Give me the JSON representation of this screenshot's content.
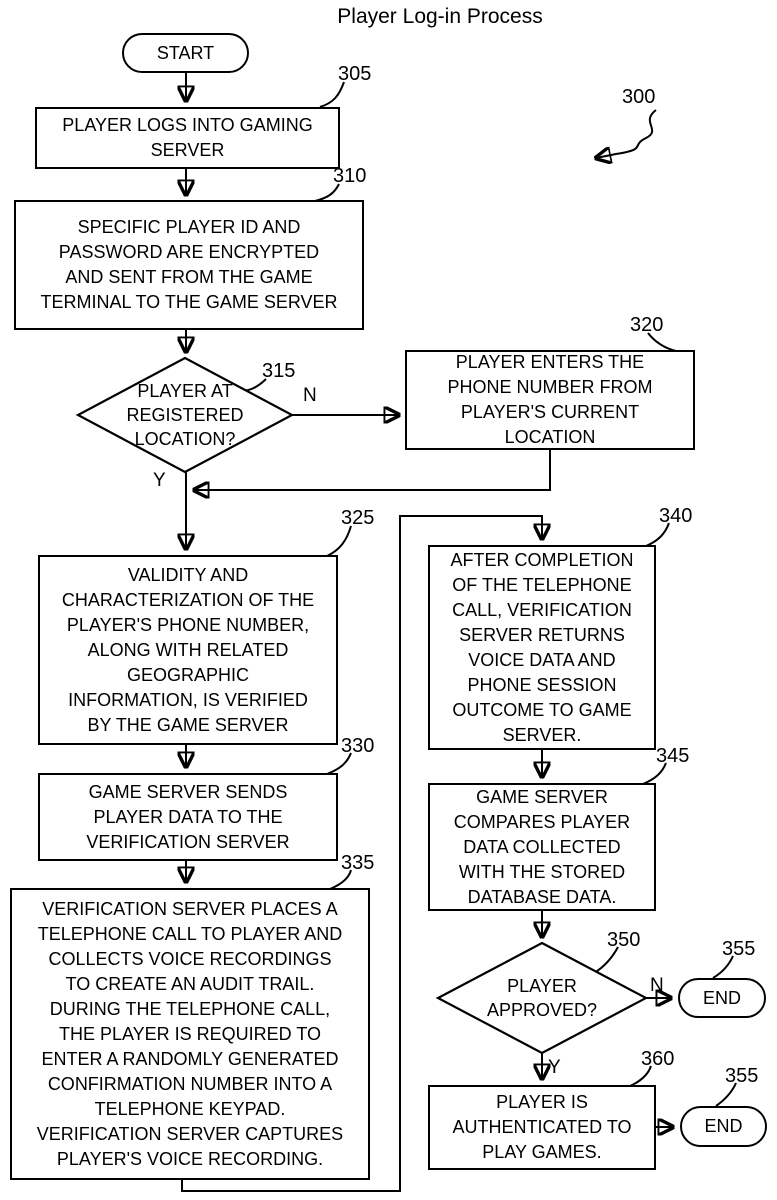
{
  "title": "Player Log-in Process",
  "figure_ref": "300",
  "edge_labels": {
    "yes": "Y",
    "no": "N"
  },
  "nodes": {
    "start": {
      "text": "START"
    },
    "n305": {
      "ref": "305",
      "text": "PLAYER LOGS INTO GAMING\nSERVER"
    },
    "n310": {
      "ref": "310",
      "text": "SPECIFIC PLAYER ID AND\nPASSWORD ARE ENCRYPTED\nAND SENT FROM THE GAME\nTERMINAL TO THE GAME SERVER"
    },
    "d315": {
      "ref": "315",
      "text": "PLAYER AT\nREGISTERED\nLOCATION?"
    },
    "n320": {
      "ref": "320",
      "text": "PLAYER ENTERS THE\nPHONE NUMBER FROM\nPLAYER'S CURRENT\nLOCATION"
    },
    "n325": {
      "ref": "325",
      "text": "VALIDITY AND\nCHARACTERIZATION OF THE\nPLAYER'S PHONE NUMBER,\nALONG WITH RELATED\nGEOGRAPHIC\nINFORMATION, IS VERIFIED\nBY THE GAME SERVER"
    },
    "n330": {
      "ref": "330",
      "text": "GAME SERVER SENDS\nPLAYER DATA TO THE\nVERIFICATION SERVER"
    },
    "n335": {
      "ref": "335",
      "text": "VERIFICATION SERVER PLACES A\nTELEPHONE CALL TO PLAYER AND\nCOLLECTS VOICE RECORDINGS\nTO CREATE AN AUDIT TRAIL.\nDURING THE TELEPHONE CALL,\nTHE PLAYER IS REQUIRED TO\nENTER A RANDOMLY GENERATED\nCONFIRMATION NUMBER INTO A\nTELEPHONE KEYPAD.\nVERIFICATION SERVER CAPTURES\nPLAYER'S VOICE RECORDING."
    },
    "n340": {
      "ref": "340",
      "text": "AFTER COMPLETION\nOF THE TELEPHONE\nCALL, VERIFICATION\nSERVER RETURNS\nVOICE DATA AND\nPHONE SESSION\nOUTCOME TO GAME\nSERVER."
    },
    "n345": {
      "ref": "345",
      "text": "GAME SERVER\nCOMPARES PLAYER\nDATA COLLECTED\nWITH THE STORED\nDATABASE DATA."
    },
    "d350": {
      "ref": "350",
      "text": "PLAYER\nAPPROVED?"
    },
    "end1": {
      "ref": "355",
      "text": "END"
    },
    "n360": {
      "ref": "360",
      "text": "PLAYER IS\nAUTHENTICATED TO\nPLAY GAMES."
    },
    "end2": {
      "ref": "355",
      "text": "END"
    }
  }
}
